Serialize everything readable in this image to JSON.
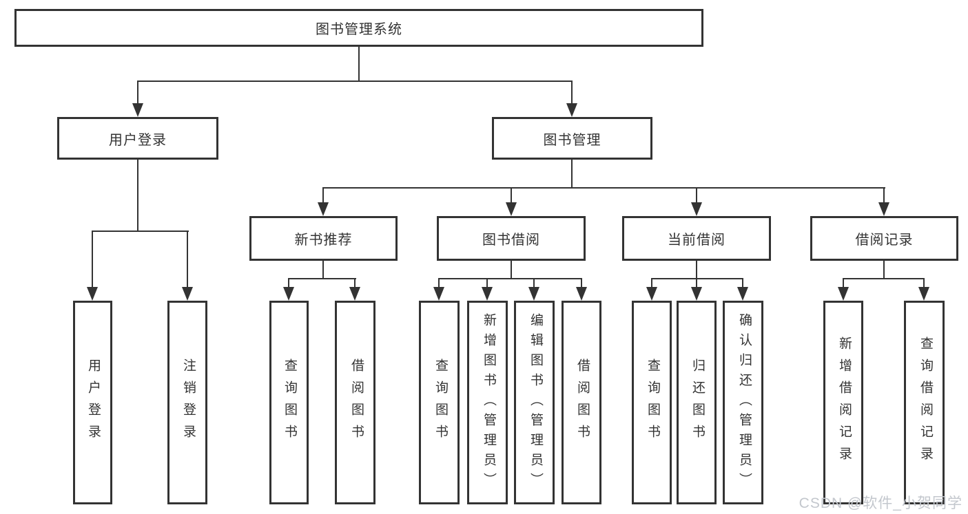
{
  "tree": {
    "root": {
      "label": "图书管理系统",
      "children": [
        {
          "label": "用户登录",
          "children": [
            {
              "label": "用户登录"
            },
            {
              "label": "注销登录"
            }
          ]
        },
        {
          "label": "图书管理",
          "children": [
            {
              "label": "新书推荐",
              "children": [
                {
                  "label": "查询图书"
                },
                {
                  "label": "借阅图书"
                }
              ]
            },
            {
              "label": "图书借阅",
              "children": [
                {
                  "label": "查询图书"
                },
                {
                  "label": "新增图书（管理员）"
                },
                {
                  "label": "编辑图书（管理员）"
                },
                {
                  "label": "借阅图书"
                }
              ]
            },
            {
              "label": "当前借阅",
              "children": [
                {
                  "label": "查询图书"
                },
                {
                  "label": "归还图书"
                },
                {
                  "label": "确认归还（管理员）"
                }
              ]
            },
            {
              "label": "借阅记录",
              "children": [
                {
                  "label": "新增借阅记录"
                },
                {
                  "label": "查询借阅记录"
                }
              ]
            }
          ]
        }
      ]
    }
  },
  "watermark": {
    "text": "CSDN @软件_小贺同学"
  },
  "colors": {
    "line": "#333333",
    "box_border": "#333333",
    "text": "#333333",
    "background": "#ffffff",
    "watermark": "#c3c7cd"
  }
}
